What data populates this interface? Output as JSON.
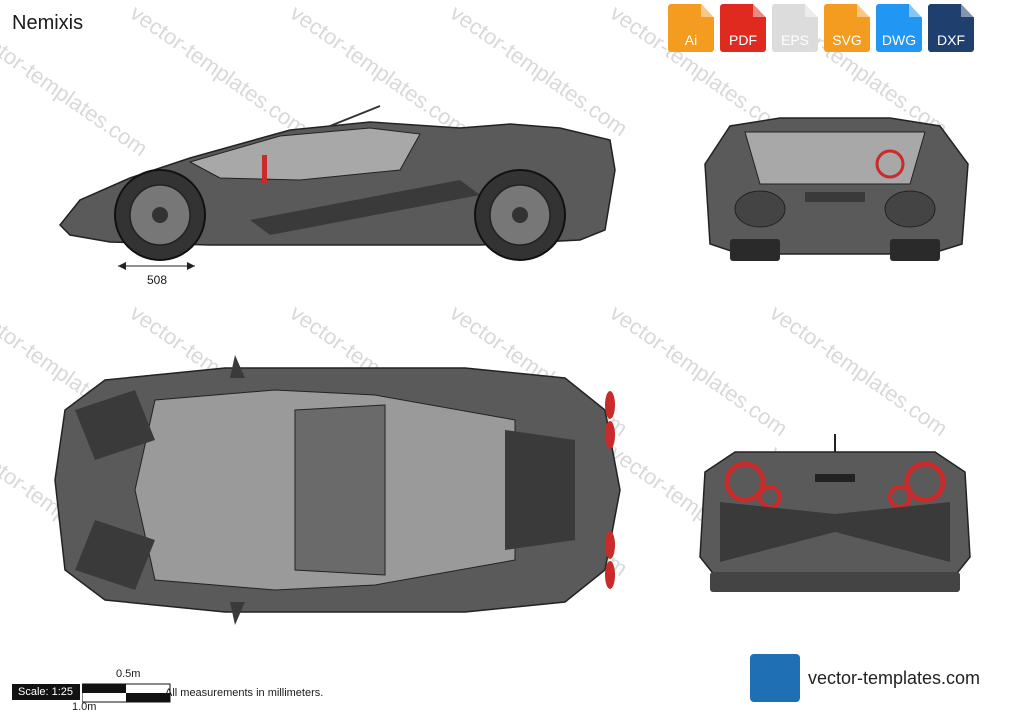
{
  "title": "Nemixis",
  "watermark_text": "vector-templates.com",
  "formats": [
    {
      "label": "Ai",
      "color": "#f39c1f"
    },
    {
      "label": "PDF",
      "color": "#e02a20"
    },
    {
      "label": "EPS",
      "color": "#e0e0e0"
    },
    {
      "label": "SVG",
      "color": "#f39c1f"
    },
    {
      "label": "DWG",
      "color": "#2196f3"
    },
    {
      "label": "DXF",
      "color": "#1f3f6f"
    }
  ],
  "dimension": "508",
  "scale": {
    "label": "Scale: 1:25",
    "half": "0.5m",
    "full": "1.0m"
  },
  "note": "All measurements in millimeters.",
  "brand": {
    "text": "vector-templates.com",
    "logo": "vt-logo",
    "color": "#1f6fb5"
  },
  "colors": {
    "body": "#5a5a5a",
    "dark": "#3a3a3a",
    "glass": "#a8a8a8",
    "red": "#c92a2a"
  }
}
